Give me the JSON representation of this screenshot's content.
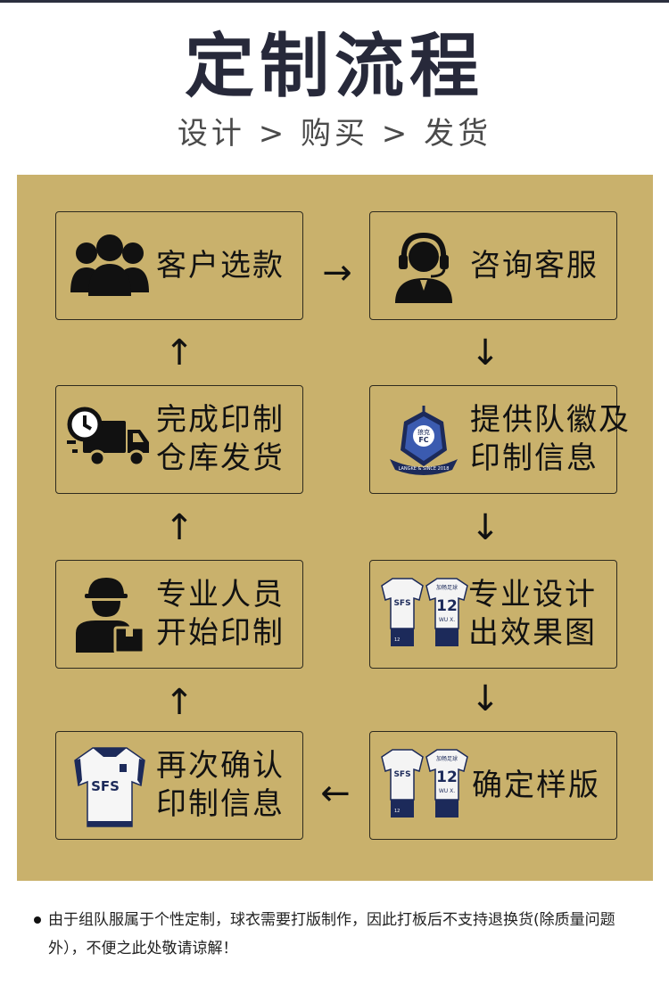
{
  "title": "定制流程",
  "subtitle": "设计 > 购买 > 发货",
  "steps": [
    {
      "id": "customer-select",
      "lines": [
        "客户选款"
      ]
    },
    {
      "id": "consult-service",
      "lines": [
        "咨询客服"
      ]
    },
    {
      "id": "provide-logo",
      "lines": [
        "提供队徽及",
        "印制信息"
      ]
    },
    {
      "id": "design-effect",
      "lines": [
        "专业设计",
        "出效果图"
      ]
    },
    {
      "id": "confirm-sample",
      "lines": [
        "确定样版"
      ]
    },
    {
      "id": "reconfirm",
      "lines": [
        "再次确认",
        "印制信息"
      ]
    },
    {
      "id": "start-print",
      "lines": [
        "专业人员",
        "开始印制"
      ]
    },
    {
      "id": "ship",
      "lines": [
        "完成印制",
        "仓库发货"
      ]
    }
  ],
  "badge": {
    "top": "狼克",
    "mid": "FC",
    "ring": "LANGKE & SINCE 2018"
  },
  "jersey": {
    "brand": "SFS",
    "number": "12",
    "team": "加畅足球",
    "player": "WU X.",
    "short_number": "12"
  },
  "arrows": {
    "right": "→",
    "down": "↓",
    "left": "←",
    "up": "↑"
  },
  "colors": {
    "panel": "#c9b16c",
    "title": "#27293a",
    "border": "#2e2a1e",
    "navy": "#1c2a5a"
  },
  "icons": [
    "people-group-icon",
    "headset-agent-icon",
    "team-badge-icon",
    "jersey-pair-icon",
    "jersey-pair-icon",
    "jersey-front-icon",
    "worker-box-icon",
    "delivery-truck-icon"
  ],
  "note": "由于组队服属于个性定制，球衣需要打版制作，因此打板后不支持退换货(除质量问题外），不便之此处敬请谅解！"
}
